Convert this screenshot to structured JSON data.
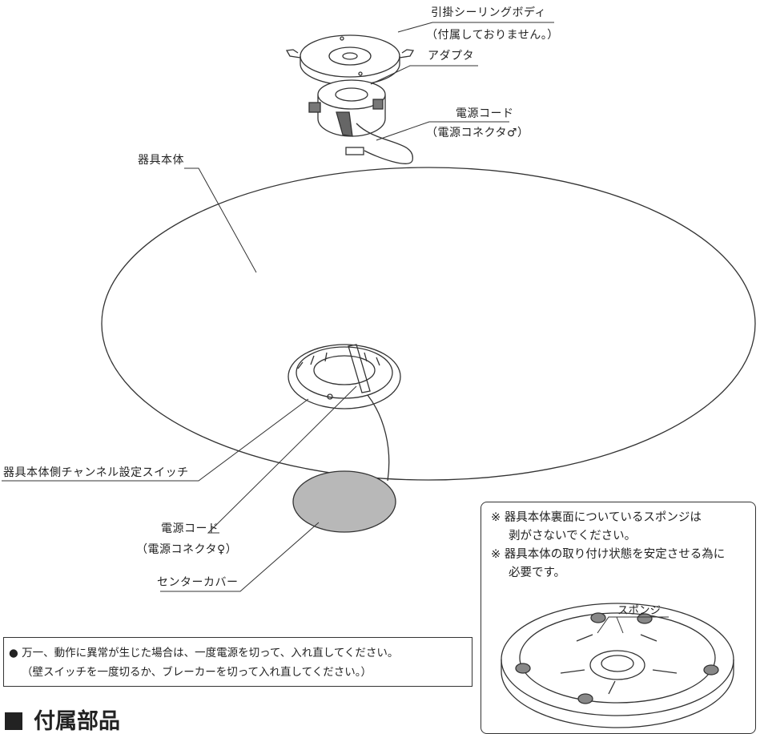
{
  "labels": {
    "ceiling_body": "引掛シーリングボディ",
    "ceiling_body_note": "（付属しておりません。）",
    "adapter": "アダプタ",
    "power_cord_top": "電源コード",
    "power_connector_male": "（電源コネクタ♂）",
    "fixture_body": "器具本体",
    "channel_switch": "器具本体側チャンネル設定スイッチ",
    "power_cord_bottom": "電源コード",
    "power_connector_female": "（電源コネクタ♀）",
    "center_cover": "センターカバー"
  },
  "note": {
    "line1": "※ 器具本体裏面についているスポンジは",
    "line2": "剥がさないでください。",
    "line3": "※ 器具本体の取り付け状態を安定させる為に",
    "line4": "必要です。",
    "sponge_label": "スポンジ"
  },
  "warning": {
    "line1": "● 万一、動作に異常が生じた場合は、一度電源を切って、入れ直してください。",
    "line2": "（壁スイッチを一度切るか、ブレーカーを切って入れ直してください。）"
  },
  "section_heading": "付属部品",
  "colors": {
    "line": "#333333",
    "cover_fill": "#b8b8b8",
    "background": "#ffffff"
  }
}
